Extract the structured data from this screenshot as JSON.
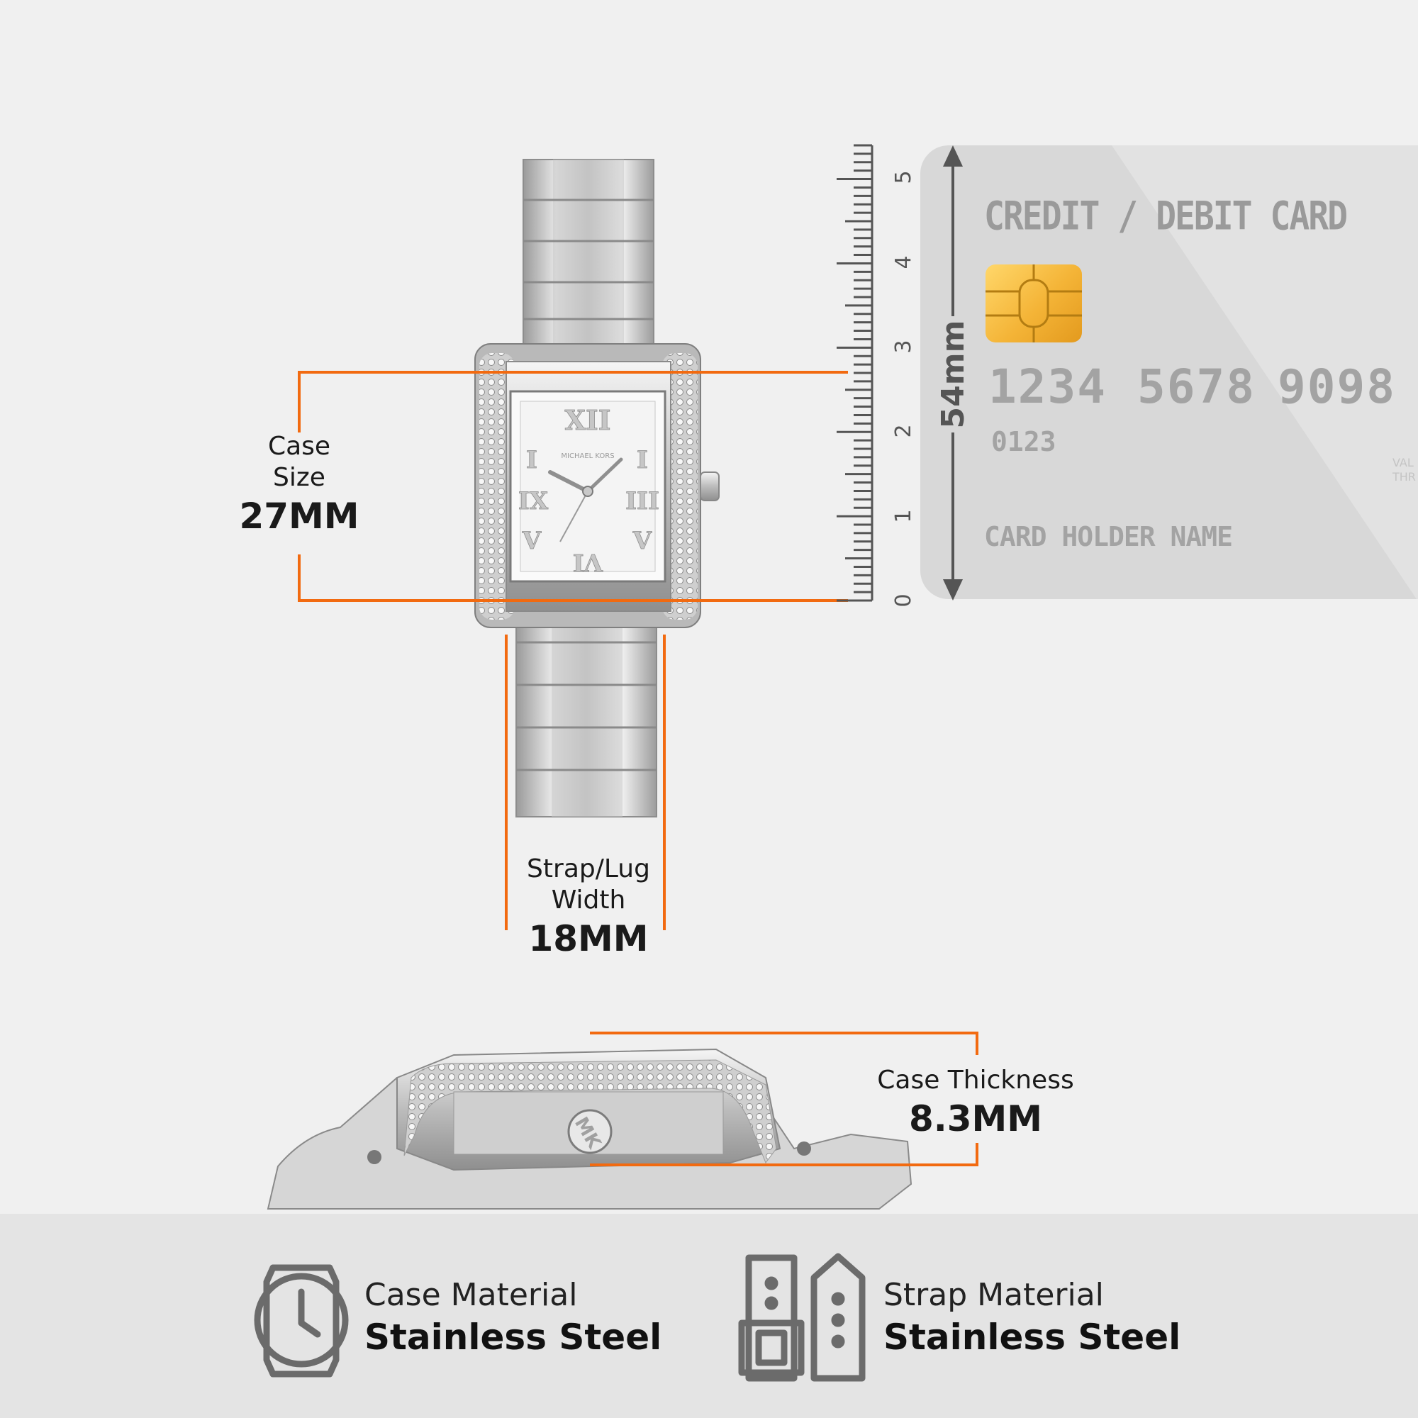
{
  "colors": {
    "background": "#f0f0f0",
    "accent_orange": "#f26a10",
    "band": "#e4e4e4",
    "card": "#d8d8d8"
  },
  "case_size": {
    "label_line1": "Case",
    "label_line2": "Size",
    "value": "27MM"
  },
  "strap_width": {
    "label_line1": "Strap/Lug",
    "label_line2": "Width",
    "value": "18MM"
  },
  "case_thickness": {
    "label": "Case Thickness",
    "value": "8.3MM"
  },
  "ruler": {
    "ticks": [
      "0",
      "1",
      "2",
      "3",
      "4",
      "5"
    ],
    "height_label": "54mm"
  },
  "card": {
    "title": "CREDIT / DEBIT CARD",
    "number_groups": [
      "1234",
      "5678",
      "9098"
    ],
    "small_number": "0123",
    "holder": "CARD HOLDER NAME",
    "edge_text_1": "VAL",
    "edge_text_2": "THR"
  },
  "watch": {
    "brand": "MICHAEL KORS",
    "crown_logo": "MK"
  },
  "materials": [
    {
      "title": "Case Material",
      "value": "Stainless Steel",
      "icon": "watch-case-icon"
    },
    {
      "title": "Strap Material",
      "value": "Stainless Steel",
      "icon": "strap-icon"
    }
  ]
}
